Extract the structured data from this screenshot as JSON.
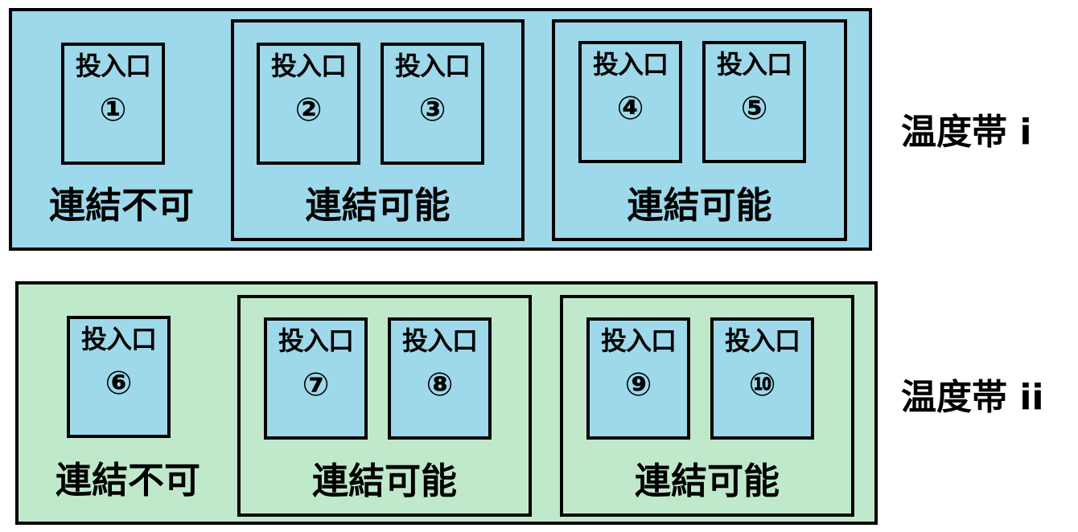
{
  "zones": [
    {
      "name": "温度帯 i",
      "color": "#9dd9ea",
      "single": {
        "label": "連結不可",
        "slot": {
          "label": "投入口",
          "number": "①"
        }
      },
      "groups": [
        {
          "label": "連結可能",
          "slots": [
            {
              "label": "投入口",
              "number": "②"
            },
            {
              "label": "投入口",
              "number": "③"
            }
          ]
        },
        {
          "label": "連結可能",
          "slots": [
            {
              "label": "投入口",
              "number": "④"
            },
            {
              "label": "投入口",
              "number": "⑤"
            }
          ]
        }
      ]
    },
    {
      "name": "温度帯 ii",
      "color": "#c0e9cc",
      "single": {
        "label": "連結不可",
        "slot": {
          "label": "投入口",
          "number": "⑥"
        }
      },
      "groups": [
        {
          "label": "連結可能",
          "slots": [
            {
              "label": "投入口",
              "number": "⑦"
            },
            {
              "label": "投入口",
              "number": "⑧"
            }
          ]
        },
        {
          "label": "連結可能",
          "slots": [
            {
              "label": "投入口",
              "number": "⑨"
            },
            {
              "label": "投入口",
              "number": "⑩"
            }
          ]
        }
      ]
    }
  ],
  "slot_color": "#9dd9ea"
}
